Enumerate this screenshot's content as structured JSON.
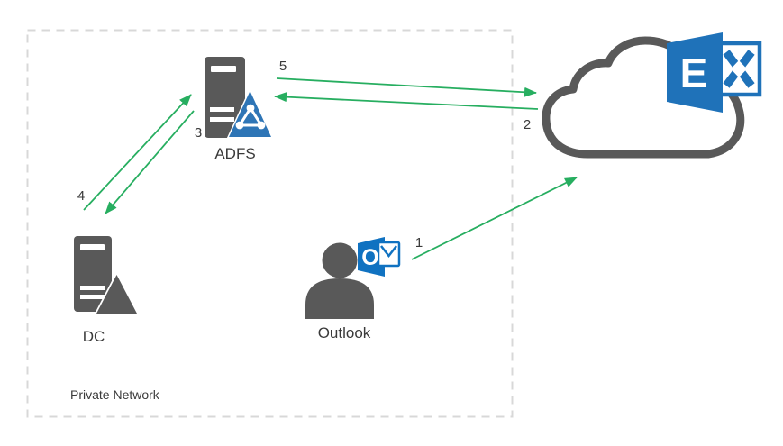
{
  "diagram": {
    "boundary": {
      "label": "Private Network"
    },
    "nodes": {
      "dc": {
        "label": "DC"
      },
      "adfs": {
        "label": "ADFS"
      },
      "outlook": {
        "label": "Outlook",
        "logo_letter": "O"
      },
      "exchange_online": {
        "logo_letter": "E"
      }
    },
    "arrows": [
      {
        "label": "1",
        "from": "outlook",
        "to": "exchange_online"
      },
      {
        "label": "2",
        "from": "exchange_online",
        "to": "adfs"
      },
      {
        "label": "3",
        "from": "adfs",
        "to": "dc"
      },
      {
        "label": "4",
        "from": "dc",
        "to": "adfs"
      },
      {
        "label": "5",
        "from": "adfs",
        "to": "exchange_online"
      }
    ],
    "colors": {
      "arrow_green": "#27AE60",
      "node_gray": "#595959",
      "adfs_badge_blue": "#2E75B6",
      "outlook_blue": "#1072C1",
      "exchange_blue": "#1F72B9",
      "boundary_dash": "#D8D8D8",
      "label_text": "#3A3A3A"
    }
  }
}
